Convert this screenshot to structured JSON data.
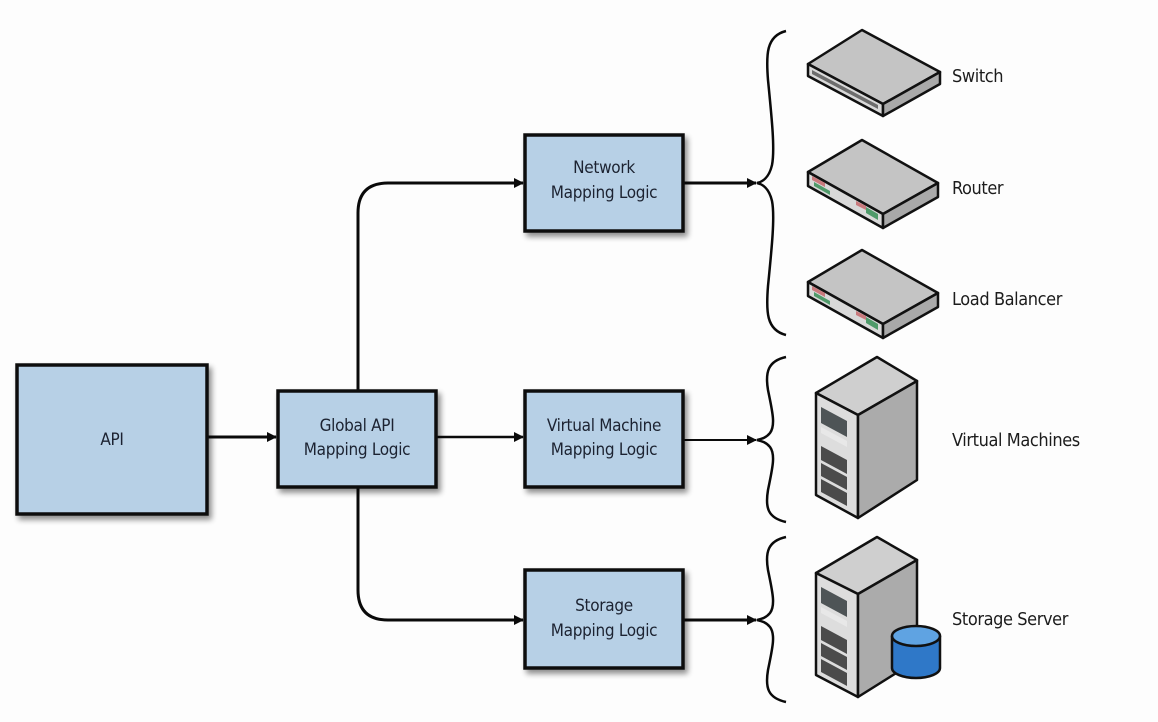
{
  "diagram": {
    "colors": {
      "box_fill": "#b7d0e6",
      "box_stroke": "#111111",
      "line": "#0a0a0a",
      "device_top": "#c9c9c9",
      "device_side": "#a8a8a8",
      "device_front": "#dcdcdc",
      "port_red": "#c9797c",
      "port_green": "#4f9a6a",
      "db_top": "#5fa3e2",
      "db_body": "#2f78c8"
    },
    "nodes": {
      "api": {
        "label": [
          "API"
        ]
      },
      "global": {
        "label": [
          "Global API",
          "Mapping Logic"
        ]
      },
      "network": {
        "label": [
          "Network",
          "Mapping Logic"
        ]
      },
      "vm": {
        "label": [
          "Virtual Machine",
          "Mapping Logic"
        ]
      },
      "storage": {
        "label": [
          "Storage",
          "Mapping Logic"
        ]
      }
    },
    "resources": {
      "switch": {
        "label": "Switch",
        "icon": "switch-icon"
      },
      "router": {
        "label": "Router",
        "icon": "router-icon"
      },
      "load_balancer": {
        "label": "Load Balancer",
        "icon": "load-balancer-icon"
      },
      "virtual_machines": {
        "label": "Virtual Machines",
        "icon": "server-tower-icon"
      },
      "storage_server": {
        "label": "Storage Server",
        "icon": "storage-server-icon"
      }
    },
    "edges": [
      {
        "from": "api",
        "to": "global"
      },
      {
        "from": "global",
        "to": "network"
      },
      {
        "from": "global",
        "to": "vm"
      },
      {
        "from": "global",
        "to": "storage"
      },
      {
        "from": "network",
        "to": "network-resources"
      },
      {
        "from": "vm",
        "to": "vm-resources"
      },
      {
        "from": "storage",
        "to": "storage-resources"
      }
    ]
  }
}
